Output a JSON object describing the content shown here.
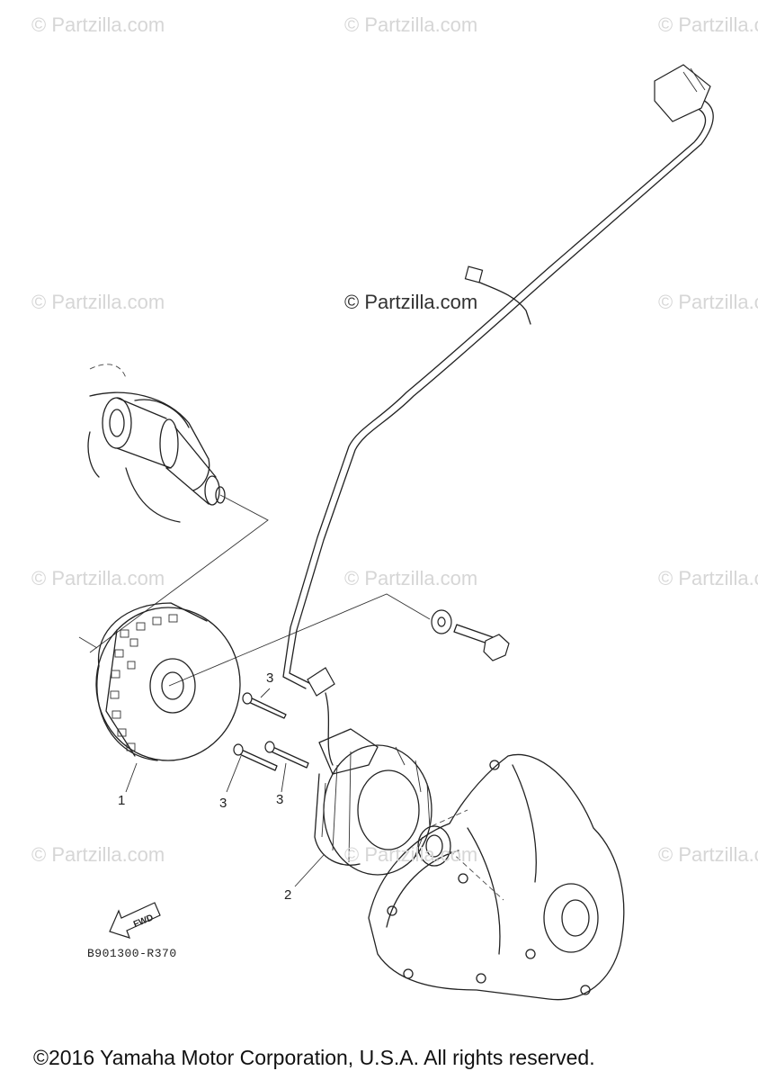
{
  "watermark": "© Partzilla.com",
  "callouts": {
    "flywheel": "1",
    "stator": "2",
    "bolt_a": "3",
    "bolt_b": "3",
    "bolt_c": "3"
  },
  "fwd_label": "FWD",
  "diagram_code": "B901300-R370",
  "copyright": "©2016 Yamaha Motor Corporation, U.S.A. All rights reserved."
}
